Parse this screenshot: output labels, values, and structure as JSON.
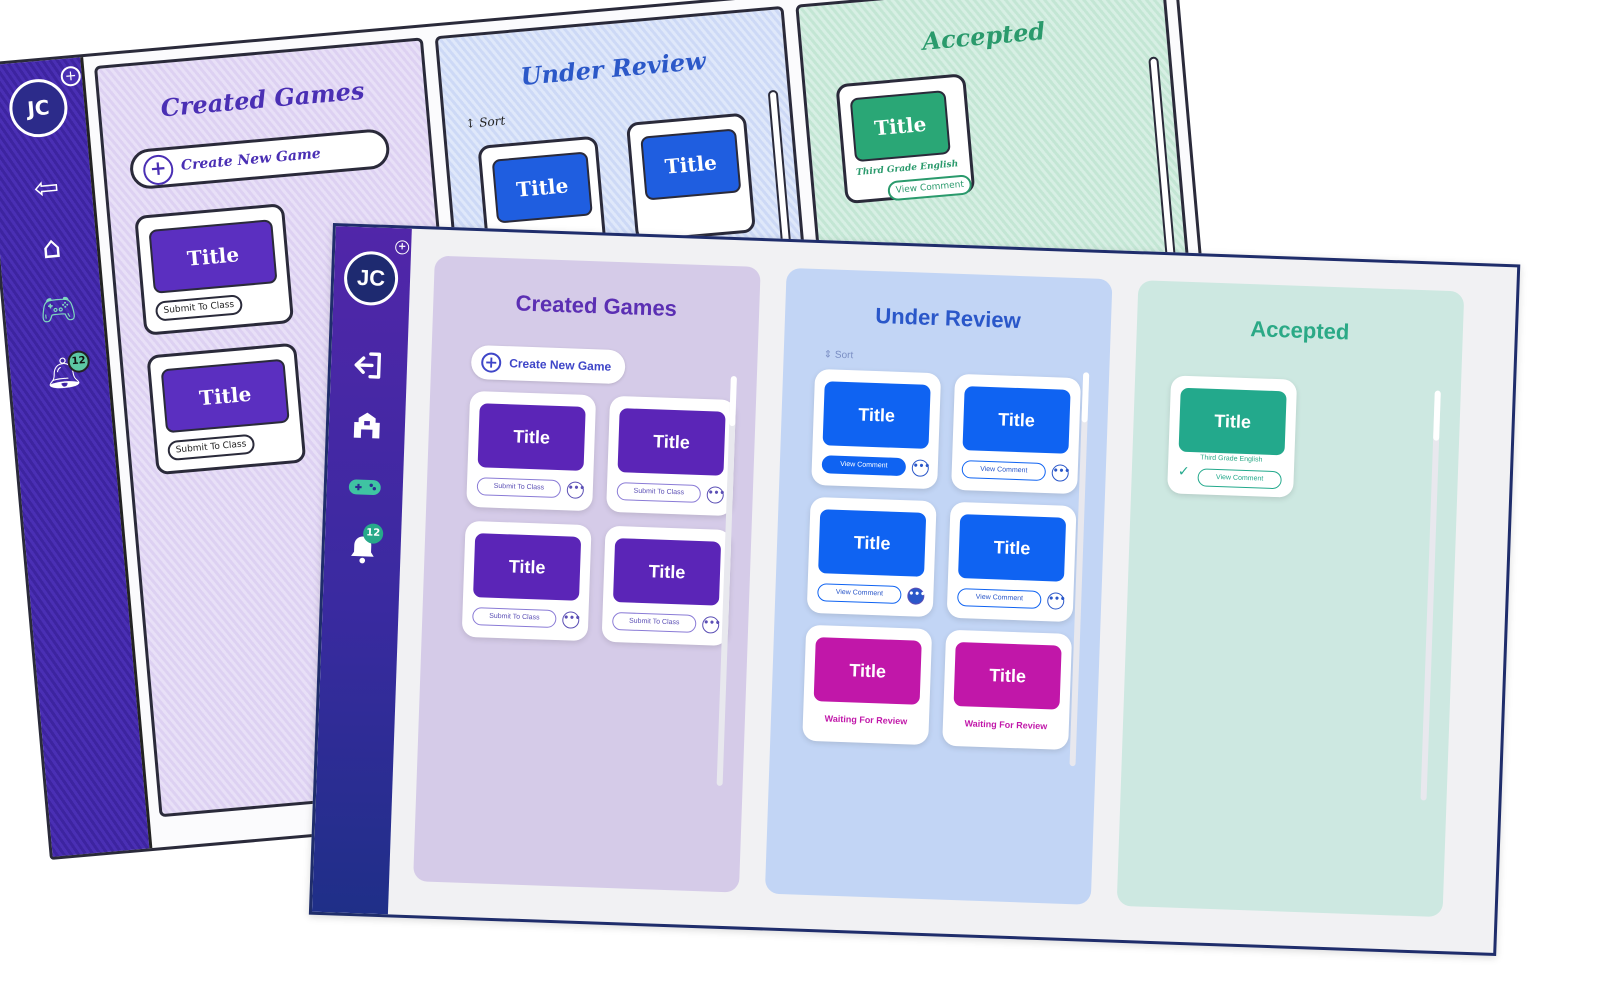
{
  "user": {
    "initials": "JC",
    "add_icon": "plus-icon"
  },
  "nav": [
    {
      "id": "logout",
      "icon": "logout-icon"
    },
    {
      "id": "school",
      "icon": "school-icon"
    },
    {
      "id": "games",
      "icon": "gamepad-icon"
    },
    {
      "id": "notifications",
      "icon": "bell-icon",
      "badge": "12"
    }
  ],
  "columns": {
    "created": {
      "title": "Created Games",
      "create_label": "Create New Game",
      "cards": [
        {
          "title": "Title",
          "action": "Submit To Class"
        },
        {
          "title": "Title",
          "action": "Submit To Class"
        },
        {
          "title": "Title",
          "action": "Submit To Class"
        },
        {
          "title": "Title",
          "action": "Submit To Class"
        }
      ]
    },
    "review": {
      "title": "Under Review",
      "sort_label": "Sort",
      "cards": [
        {
          "title": "Title",
          "action": "View Comment"
        },
        {
          "title": "Title",
          "action": "View Comment"
        },
        {
          "title": "Title",
          "action": "View Comment"
        },
        {
          "title": "Title",
          "action": "View Comment"
        },
        {
          "title": "Title",
          "status": "Waiting For Review"
        },
        {
          "title": "Title",
          "status": "Waiting For Review"
        }
      ]
    },
    "accepted": {
      "title": "Accepted",
      "cards": [
        {
          "title": "Title",
          "subject": "Third Grade English",
          "action": "View Comment"
        }
      ]
    }
  },
  "sketch": {
    "initials": "JC",
    "created_title": "Created Games",
    "create_label": "Create New Game",
    "review_title": "Under Review",
    "sort_label": "Sort",
    "accepted_title": "Accepted",
    "card_title": "Title",
    "submit_label": "Submit To Class",
    "accepted_subject": "Third Grade English",
    "view_comment": "View Comment",
    "badge": "12"
  },
  "colors": {
    "purple": "#5b25b7",
    "blue": "#0f63f2",
    "magenta": "#c117a9",
    "green": "#23a98c",
    "sidebar": "#3a2aa0"
  }
}
